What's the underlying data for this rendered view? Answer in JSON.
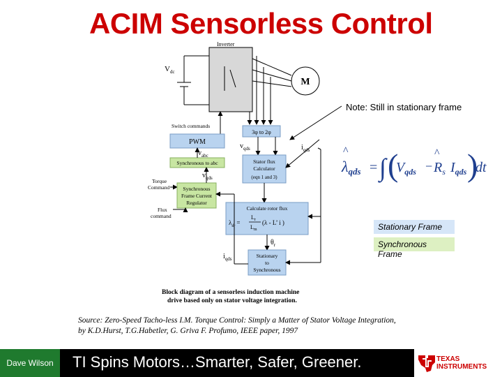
{
  "slide": {
    "title": "ACIM Sensorless Control",
    "note": "Note:  Still in stationary frame",
    "legend_stationary": "Stationary Frame",
    "legend_synchronous": "Synchronous Frame",
    "source_line1": "Source:  Zero-Speed Tacho-less I.M. Torque Control:  Simply a Matter of Stator Voltage Integration,",
    "source_line2": "by K.D.Hurst, T.G.Habetler, G. Griva F. Profumo, IEEE paper, 1997",
    "caption_line1": "Block diagram of a sensorless induction machine",
    "caption_line2": "drive based only on stator voltage integration."
  },
  "diagram": {
    "inverter": "Inverter",
    "vdc": "V",
    "vdc_sub": "dc",
    "motor": "M",
    "switch_commands": "Switch commands",
    "pwm": "PWM",
    "v_abc": "v",
    "v_abc_sub": "abc",
    "sync_to_abc": "Synchronous to abc",
    "three_to_two": "3φ to 2φ",
    "v_qds_s": "v",
    "v_qds_s_sub": "qds",
    "i_qds_s": "i",
    "i_qds_s_sub": "qds",
    "flux_calc_line1": "Stator flux",
    "flux_calc_line2": "Calculator",
    "flux_calc_line3": "(eqn 1 and 3)",
    "v_qds_e": "v",
    "v_qds_e_sub": "qds",
    "torque_command_1": "Torque",
    "torque_command_2": "Command",
    "reg_line1": "Synchronous",
    "reg_line2": "Frame Current",
    "reg_line3": "Regulator",
    "flux_command_1": "Flux",
    "flux_command_2": "command",
    "rotor_flux_title": "Calculate rotor flux",
    "lambda_dr": "λ",
    "lambda_dr_sub": "dr",
    "rotor_eq_eq": "=",
    "lr": "L",
    "lr_sub": "r",
    "lm": "L",
    "lm_sub": "m",
    "rotor_eq_rest": "(λ - L’ i  )",
    "rotor_eq_lam_sub": "qds",
    "rotor_eq_ls_sub": "s",
    "rotor_eq_i_sub": "qds",
    "theta": "θ",
    "theta_sub": "r",
    "i_qds_e": "i",
    "i_qds_e_sub": "qds",
    "stat_sync_1": "Stationary",
    "stat_sync_2": "to",
    "stat_sync_3": "Synchronous"
  },
  "equation": {
    "lambda": "λ",
    "lambda_sub": "qds",
    "equals": "=",
    "integral": "∫",
    "v": "V",
    "v_sub": "qds",
    "minus": "−",
    "r": "R",
    "r_sub": "s",
    "i": "I",
    "i_sub": "qds",
    "dt": "dt"
  },
  "footer": {
    "author": "Dave Wilson",
    "slogan": "TI Spins Motors…Smarter, Safer, Greener.",
    "logo_line1": "TEXAS",
    "logo_line2": "INSTRUMENTS"
  },
  "colors": {
    "title_red": "#cc0000",
    "stationary_blue": "#d6e6f8",
    "synchronous_green": "#ddf0c2",
    "author_green": "#1f7a2e",
    "ti_red": "#cc0000"
  }
}
